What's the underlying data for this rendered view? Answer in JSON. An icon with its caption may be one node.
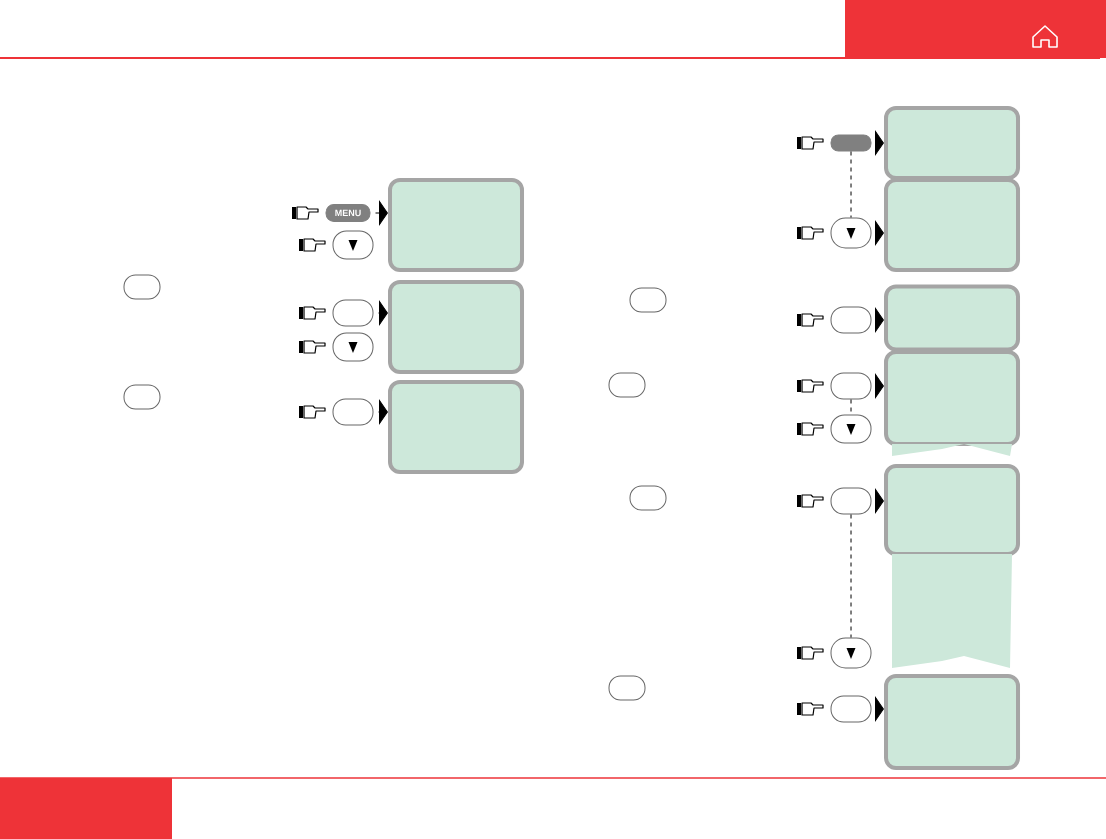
{
  "diagram": {
    "nodes": [
      {
        "text": [],
        "shape": "button"
      },
      {
        "text": [],
        "shape": "button"
      },
      {
        "text": [
          "MENU"
        ]
      },
      {
        "text": [],
        "shape": "button"
      },
      {
        "text": [],
        "shape": "box"
      },
      {
        "text": [],
        "shape": "button"
      },
      {
        "text": [],
        "shape": "button"
      },
      {
        "text": [],
        "shape": "box"
      },
      {
        "text": [],
        "shape": "button"
      },
      {
        "text": [],
        "shape": "box"
      },
      {
        "text": [],
        "shape": "button"
      },
      {
        "text": [],
        "shape": "button"
      },
      {
        "text": [],
        "shape": "button"
      },
      {
        "text": [],
        "shape": "button"
      },
      {
        "text": [],
        "shape": "button"
      },
      {
        "text": [],
        "shape": "box"
      },
      {
        "text": [],
        "shape": "button"
      },
      {
        "text": [],
        "shape": "box"
      },
      {
        "text": [],
        "shape": "button"
      },
      {
        "text": [],
        "shape": "box"
      },
      {
        "text": [],
        "shape": "button"
      },
      {
        "text": [],
        "shape": "button"
      },
      {
        "text": [],
        "shape": "box"
      },
      {
        "text": [],
        "shape": "button"
      },
      {
        "text": [],
        "shape": "button"
      },
      {
        "text": [],
        "shape": "box"
      },
      {
        "text": [],
        "shape": "button"
      },
      {
        "text": [],
        "shape": "box"
      },
      {
        "text": [],
        "shape": "box"
      },
      {
        "text": [],
        "shape": "box"
      }
    ],
    "edges": [
      {
        "from": 2,
        "to": 4,
        "arrow": "to"
      },
      {
        "from": 5,
        "to": 7,
        "arrow": "to"
      },
      {
        "from": 8,
        "to": 9,
        "arrow": "to"
      },
      {
        "from": 14,
        "to": 15,
        "arrow": "to"
      },
      {
        "from": 14,
        "to": 16,
        "arrow": "none",
        "style": "dashed"
      },
      {
        "from": 16,
        "to": 17,
        "arrow": "to"
      },
      {
        "from": 18,
        "to": 19,
        "arrow": "to"
      },
      {
        "from": 20,
        "to": 22,
        "arrow": "to"
      },
      {
        "from": 20,
        "to": 21,
        "arrow": "none",
        "style": "dashed"
      },
      {
        "from": 23,
        "to": 25,
        "arrow": "to"
      },
      {
        "from": 23,
        "to": 24,
        "arrow": "none",
        "style": "dashed"
      },
      {
        "from": 26,
        "to": 27,
        "arrow": "to"
      }
    ]
  }
}
